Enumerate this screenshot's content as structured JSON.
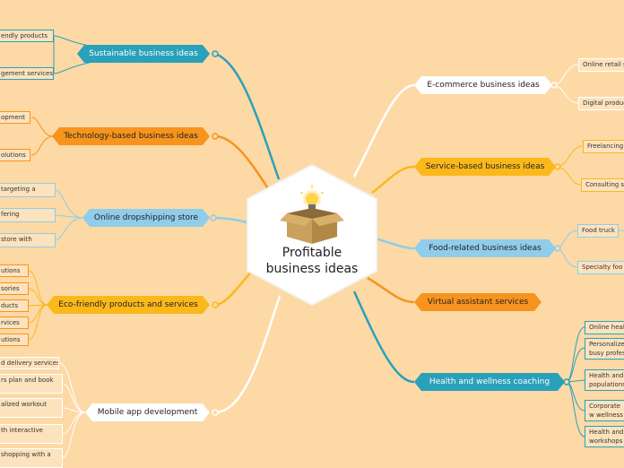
{
  "center": {
    "title_line1": "Profitable",
    "title_line2": "business ideas"
  },
  "colors": {
    "teal": "#2aa1ba",
    "orange": "#f7941d",
    "lightblue": "#8fcdea",
    "amber": "#fbb81b",
    "white": "#ffffff",
    "bg": "#fdd9a6"
  },
  "left": {
    "sustainable": {
      "label": "Sustainable business ideas",
      "leaves": [
        "endly products",
        "gement services"
      ]
    },
    "technology": {
      "label": "Technology-based business ideas",
      "leaves": [
        "opment",
        "olutions"
      ]
    },
    "dropshipping": {
      "label": "Online dropshipping store",
      "leaves": [
        "targeting a",
        "fering",
        "store with"
      ]
    },
    "eco": {
      "label": "Eco-friendly products and services",
      "leaves": [
        "utions",
        "sories",
        "ducts",
        "rvices",
        "utions"
      ]
    },
    "mobile": {
      "label": "Mobile app development",
      "leaves": [
        "d delivery services",
        "rs plan and book",
        "alized workout",
        "th interactive",
        "shopping with a"
      ]
    }
  },
  "right": {
    "ecommerce": {
      "label": "E-commerce business ideas",
      "leaves": [
        "Online retail s",
        "Digital product"
      ]
    },
    "service": {
      "label": "Service-based business ideas",
      "leaves": [
        "Freelancing",
        "Consulting s"
      ]
    },
    "food": {
      "label": "Food-related business ideas",
      "leaves": [
        "Food truck",
        "Specialty foo"
      ]
    },
    "virtual": {
      "label": "Virtual assistant services"
    },
    "health": {
      "label": "Health and wellness coaching",
      "leaves": [
        "Online heal",
        "Personalize busy profes",
        "Health and populations",
        "Corporate w wellness co",
        "Health and workshops"
      ]
    }
  }
}
